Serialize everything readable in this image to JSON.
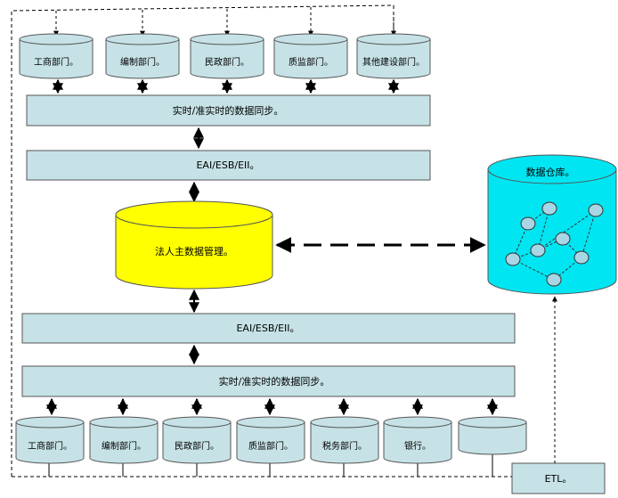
{
  "top_departments": [
    "工商部门。",
    "编制部门。",
    "民政部门。",
    "质监部门。",
    "其他建设部门。"
  ],
  "top_sync_label": "实时/准实时的数据同步。",
  "top_bus_label": "EAI/ESB/EII。",
  "master_data_label": "法人主数据管理。",
  "warehouse_label": "数据仓库。",
  "bottom_bus_label": "EAI/ESB/EII。",
  "bottom_sync_label": "实时/准实时的数据同步。",
  "bottom_departments": [
    "工商部门。",
    "编制部门。",
    "民政部门。",
    "质监部门。",
    "税务部门。",
    "银行。",
    ""
  ],
  "etl_label": "ETL。",
  "colors": {
    "bar_fill": "#c6e2e6",
    "cylinder_fill": "#c6e2e6",
    "master_fill": "#ffff00",
    "warehouse_fill": "#00e5f2",
    "node_fill": "#a9d6e4",
    "stroke": "#000000"
  }
}
